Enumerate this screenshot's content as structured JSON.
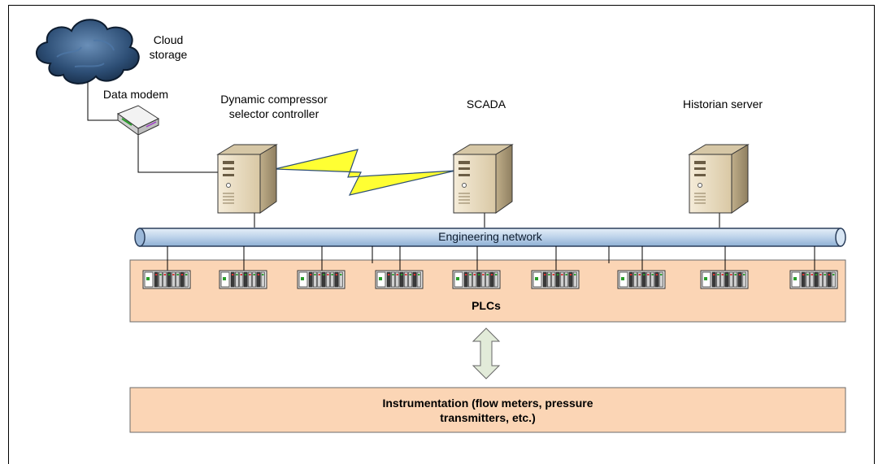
{
  "labels": {
    "cloud": "Cloud storage",
    "cloud_line1": "Cloud",
    "cloud_line2": "storage",
    "modem": "Data modem",
    "dcsc_line1": "Dynamic compressor",
    "dcsc_line2": "selector controller",
    "scada": "SCADA",
    "historian": "Historian server",
    "network": "Engineering network",
    "plcs": "PLCs",
    "instr_line1": "Instrumentation (flow meters, pressure",
    "instr_line2": "transmitters, etc.)"
  },
  "colors": {
    "cloud": "#1e3a5c",
    "network_pipe": "#c6d9ec",
    "plc_box": "#fbd5b5",
    "instr_box": "#fbd5b5",
    "lightning": "#ffff33",
    "arrow": "#e2ebd9",
    "server": "#e8dcc4"
  },
  "icons": {
    "cloud": "cloud-icon",
    "modem": "modem-icon",
    "server": "server-icon",
    "plc": "plc-rack-icon",
    "link": "wireless-link-icon",
    "arrow": "double-arrow-icon"
  },
  "plc_count": 9
}
